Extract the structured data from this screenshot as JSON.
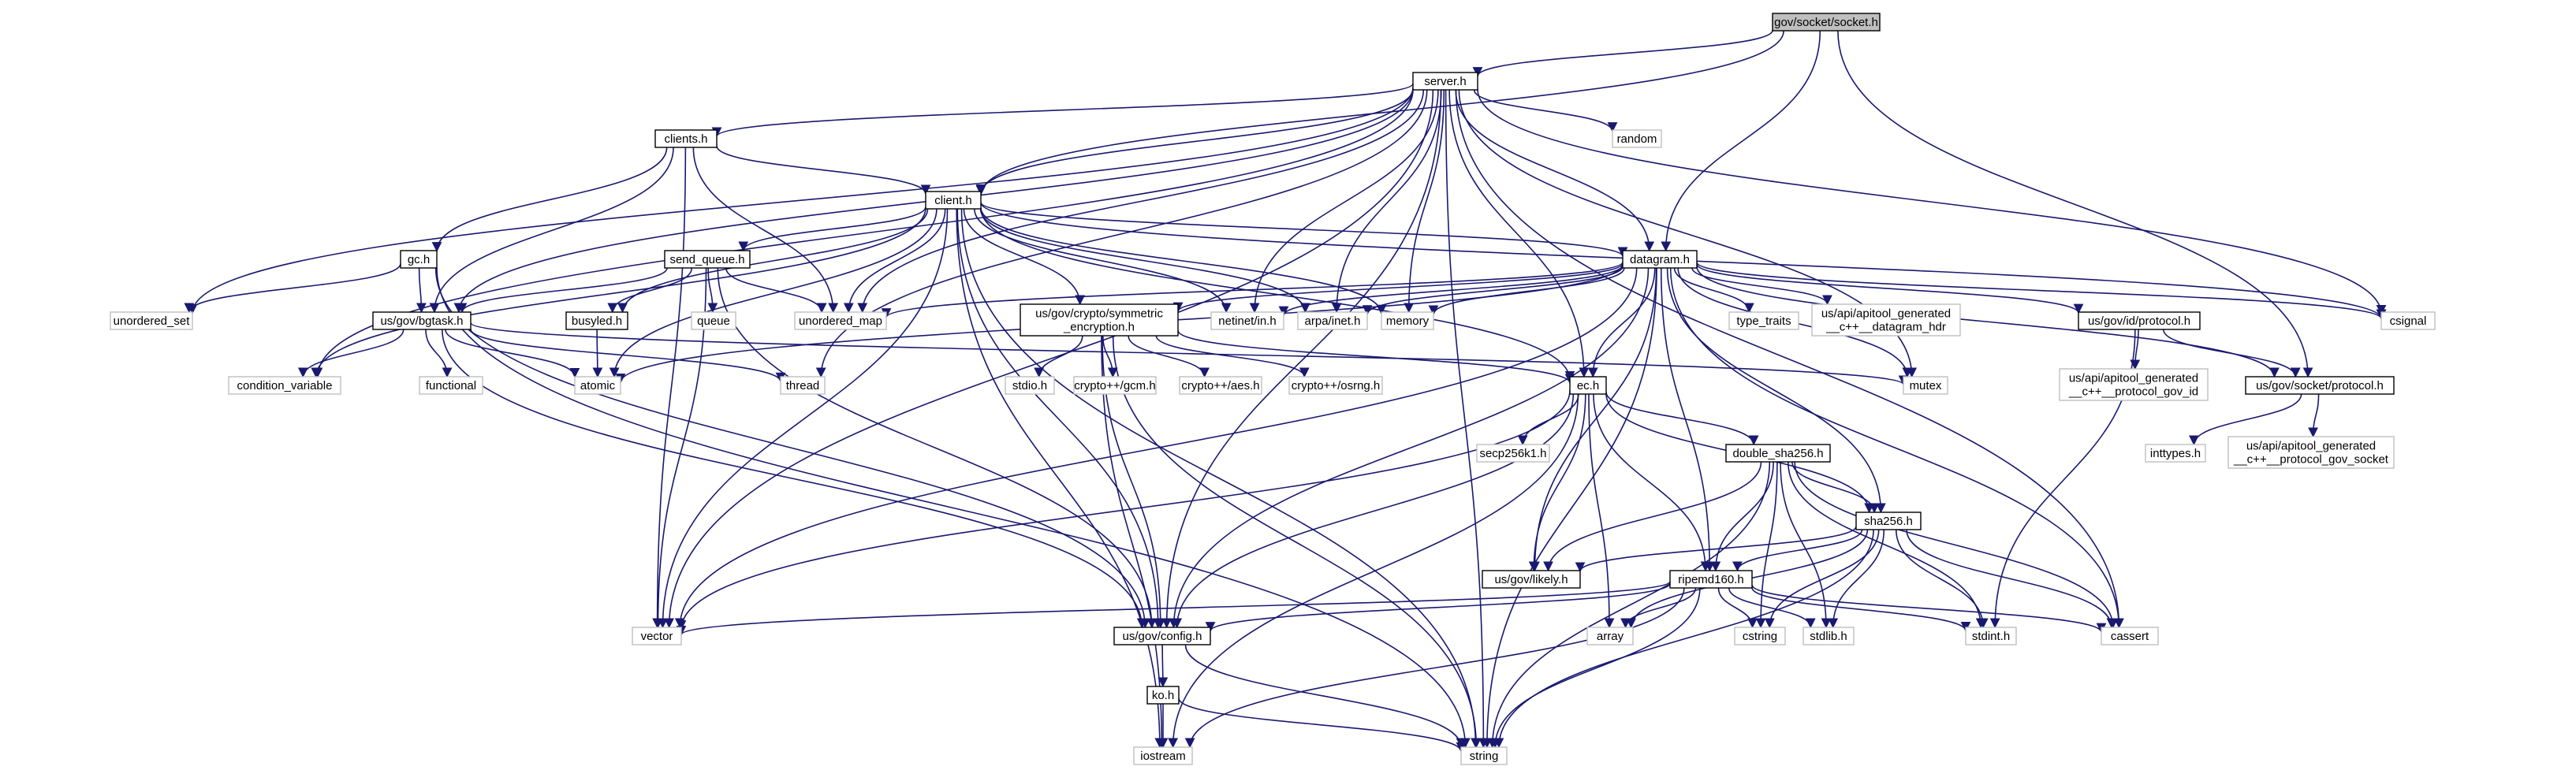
{
  "diagram": {
    "title": "",
    "edge_color": "#191970",
    "internal_border_color": "#000000",
    "external_border_color": "#bfbfbf",
    "root_fill_color": "#bfbfbf",
    "nodes": [
      {
        "id": "root",
        "lines": [
          "gov/socket/socket.h"
        ],
        "kind": "root"
      },
      {
        "id": "server",
        "lines": [
          "server.h"
        ],
        "kind": "internal"
      },
      {
        "id": "clients",
        "lines": [
          "clients.h"
        ],
        "kind": "internal"
      },
      {
        "id": "client",
        "lines": [
          "client.h"
        ],
        "kind": "internal"
      },
      {
        "id": "datagram",
        "lines": [
          "datagram.h"
        ],
        "kind": "internal"
      },
      {
        "id": "gc",
        "lines": [
          "gc.h"
        ],
        "kind": "internal"
      },
      {
        "id": "send_queue",
        "lines": [
          "send_queue.h"
        ],
        "kind": "internal"
      },
      {
        "id": "bgtask",
        "lines": [
          "us/gov/bgtask.h"
        ],
        "kind": "internal"
      },
      {
        "id": "busyled",
        "lines": [
          "busyled.h"
        ],
        "kind": "internal"
      },
      {
        "id": "symenc",
        "lines": [
          "us/gov/crypto/symmetric",
          "_encryption.h"
        ],
        "kind": "internal"
      },
      {
        "id": "idproto",
        "lines": [
          "us/gov/id/protocol.h"
        ],
        "kind": "internal"
      },
      {
        "id": "sockproto",
        "lines": [
          "us/gov/socket/protocol.h"
        ],
        "kind": "internal"
      },
      {
        "id": "ec",
        "lines": [
          "ec.h"
        ],
        "kind": "internal"
      },
      {
        "id": "dsha",
        "lines": [
          "double_sha256.h"
        ],
        "kind": "internal"
      },
      {
        "id": "sha256",
        "lines": [
          "sha256.h"
        ],
        "kind": "internal"
      },
      {
        "id": "likely",
        "lines": [
          "us/gov/likely.h"
        ],
        "kind": "internal"
      },
      {
        "id": "ripemd",
        "lines": [
          "ripemd160.h"
        ],
        "kind": "internal"
      },
      {
        "id": "config",
        "lines": [
          "us/gov/config.h"
        ],
        "kind": "internal"
      },
      {
        "id": "ko",
        "lines": [
          "ko.h"
        ],
        "kind": "internal"
      },
      {
        "id": "random",
        "lines": [
          "random"
        ],
        "kind": "external"
      },
      {
        "id": "unordered_set",
        "lines": [
          "unordered_set"
        ],
        "kind": "external"
      },
      {
        "id": "unordered_map",
        "lines": [
          "unordered_map"
        ],
        "kind": "external"
      },
      {
        "id": "queue",
        "lines": [
          "queue"
        ],
        "kind": "external"
      },
      {
        "id": "netinet",
        "lines": [
          "netinet/in.h"
        ],
        "kind": "external"
      },
      {
        "id": "arpa",
        "lines": [
          "arpa/inet.h"
        ],
        "kind": "external"
      },
      {
        "id": "memory",
        "lines": [
          "memory"
        ],
        "kind": "external"
      },
      {
        "id": "type_traits",
        "lines": [
          "type_traits"
        ],
        "kind": "external"
      },
      {
        "id": "dgram_hdr",
        "lines": [
          "us/api/apitool_generated",
          "__c++__datagram_hdr"
        ],
        "kind": "external"
      },
      {
        "id": "csignal",
        "lines": [
          "csignal"
        ],
        "kind": "external"
      },
      {
        "id": "condvar",
        "lines": [
          "condition_variable"
        ],
        "kind": "external"
      },
      {
        "id": "functional",
        "lines": [
          "functional"
        ],
        "kind": "external"
      },
      {
        "id": "atomic",
        "lines": [
          "atomic"
        ],
        "kind": "external"
      },
      {
        "id": "thread",
        "lines": [
          "thread"
        ],
        "kind": "external"
      },
      {
        "id": "stdio",
        "lines": [
          "stdio.h"
        ],
        "kind": "external"
      },
      {
        "id": "gcm",
        "lines": [
          "crypto++/gcm.h"
        ],
        "kind": "external"
      },
      {
        "id": "aes",
        "lines": [
          "crypto++/aes.h"
        ],
        "kind": "external"
      },
      {
        "id": "osrng",
        "lines": [
          "crypto++/osrng.h"
        ],
        "kind": "external"
      },
      {
        "id": "mutex",
        "lines": [
          "mutex"
        ],
        "kind": "external"
      },
      {
        "id": "proto_id",
        "lines": [
          "us/api/apitool_generated",
          "__c++__protocol_gov_id"
        ],
        "kind": "external"
      },
      {
        "id": "inttypes",
        "lines": [
          "inttypes.h"
        ],
        "kind": "external"
      },
      {
        "id": "proto_sock",
        "lines": [
          "us/api/apitool_generated",
          "__c++__protocol_gov_socket"
        ],
        "kind": "external"
      },
      {
        "id": "secp",
        "lines": [
          "secp256k1.h"
        ],
        "kind": "external"
      },
      {
        "id": "vector",
        "lines": [
          "vector"
        ],
        "kind": "external"
      },
      {
        "id": "array",
        "lines": [
          "array"
        ],
        "kind": "external"
      },
      {
        "id": "cstring",
        "lines": [
          "cstring"
        ],
        "kind": "external"
      },
      {
        "id": "stdlib",
        "lines": [
          "stdlib.h"
        ],
        "kind": "external"
      },
      {
        "id": "stdint",
        "lines": [
          "stdint.h"
        ],
        "kind": "external"
      },
      {
        "id": "cassert",
        "lines": [
          "cassert"
        ],
        "kind": "external"
      },
      {
        "id": "iostream",
        "lines": [
          "iostream"
        ],
        "kind": "external"
      },
      {
        "id": "string",
        "lines": [
          "string"
        ],
        "kind": "external"
      }
    ],
    "edges": [
      [
        "root",
        "server"
      ],
      [
        "root",
        "client"
      ],
      [
        "root",
        "datagram"
      ],
      [
        "root",
        "sockproto"
      ],
      [
        "server",
        "clients"
      ],
      [
        "server",
        "client"
      ],
      [
        "server",
        "datagram"
      ],
      [
        "server",
        "ec"
      ],
      [
        "server",
        "random"
      ],
      [
        "server",
        "unordered_set"
      ],
      [
        "server",
        "unordered_map"
      ],
      [
        "server",
        "netinet"
      ],
      [
        "server",
        "arpa"
      ],
      [
        "server",
        "memory"
      ],
      [
        "server",
        "csignal"
      ],
      [
        "server",
        "thread"
      ],
      [
        "server",
        "mutex"
      ],
      [
        "server",
        "bgtask"
      ],
      [
        "server",
        "condvar"
      ],
      [
        "server",
        "config"
      ],
      [
        "server",
        "cassert"
      ],
      [
        "server",
        "string"
      ],
      [
        "server",
        "vector"
      ],
      [
        "clients",
        "client"
      ],
      [
        "clients",
        "gc"
      ],
      [
        "clients",
        "bgtask"
      ],
      [
        "clients",
        "unordered_map"
      ],
      [
        "clients",
        "vector"
      ],
      [
        "client",
        "datagram"
      ],
      [
        "client",
        "send_queue"
      ],
      [
        "client",
        "busyled"
      ],
      [
        "client",
        "symenc"
      ],
      [
        "client",
        "ec"
      ],
      [
        "client",
        "netinet"
      ],
      [
        "client",
        "arpa"
      ],
      [
        "client",
        "memory"
      ],
      [
        "client",
        "unordered_map"
      ],
      [
        "client",
        "atomic"
      ],
      [
        "client",
        "condvar"
      ],
      [
        "client",
        "vector"
      ],
      [
        "client",
        "iostream"
      ],
      [
        "client",
        "config"
      ],
      [
        "client",
        "csignal"
      ],
      [
        "client",
        "string"
      ],
      [
        "gc",
        "bgtask"
      ],
      [
        "gc",
        "unordered_set"
      ],
      [
        "gc",
        "config"
      ],
      [
        "gc",
        "string"
      ],
      [
        "send_queue",
        "bgtask"
      ],
      [
        "send_queue",
        "busyled"
      ],
      [
        "send_queue",
        "queue"
      ],
      [
        "send_queue",
        "unordered_map"
      ],
      [
        "send_queue",
        "vector"
      ],
      [
        "send_queue",
        "config"
      ],
      [
        "bgtask",
        "condvar"
      ],
      [
        "bgtask",
        "functional"
      ],
      [
        "bgtask",
        "atomic"
      ],
      [
        "bgtask",
        "thread"
      ],
      [
        "bgtask",
        "mutex"
      ],
      [
        "bgtask",
        "config"
      ],
      [
        "busyled",
        "atomic"
      ],
      [
        "datagram",
        "symenc"
      ],
      [
        "datagram",
        "idproto"
      ],
      [
        "datagram",
        "sockproto"
      ],
      [
        "datagram",
        "ec"
      ],
      [
        "datagram",
        "sha256"
      ],
      [
        "datagram",
        "ripemd"
      ],
      [
        "datagram",
        "likely"
      ],
      [
        "datagram",
        "config"
      ],
      [
        "datagram",
        "type_traits"
      ],
      [
        "datagram",
        "dgram_hdr"
      ],
      [
        "datagram",
        "unordered_map"
      ],
      [
        "datagram",
        "netinet"
      ],
      [
        "datagram",
        "arpa"
      ],
      [
        "datagram",
        "memory"
      ],
      [
        "datagram",
        "atomic"
      ],
      [
        "datagram",
        "mutex"
      ],
      [
        "datagram",
        "vector"
      ],
      [
        "datagram",
        "csignal"
      ],
      [
        "datagram",
        "cassert"
      ],
      [
        "datagram",
        "string"
      ],
      [
        "symenc",
        "ec"
      ],
      [
        "symenc",
        "stdio"
      ],
      [
        "symenc",
        "gcm"
      ],
      [
        "symenc",
        "aes"
      ],
      [
        "symenc",
        "osrng"
      ],
      [
        "symenc",
        "config"
      ],
      [
        "symenc",
        "iostream"
      ],
      [
        "symenc",
        "string"
      ],
      [
        "idproto",
        "sockproto"
      ],
      [
        "idproto",
        "proto_id"
      ],
      [
        "idproto",
        "stdint"
      ],
      [
        "sockproto",
        "inttypes"
      ],
      [
        "sockproto",
        "proto_sock"
      ],
      [
        "ec",
        "dsha"
      ],
      [
        "ec",
        "sha256"
      ],
      [
        "ec",
        "ripemd"
      ],
      [
        "ec",
        "likely"
      ],
      [
        "ec",
        "secp"
      ],
      [
        "ec",
        "config"
      ],
      [
        "ec",
        "vector"
      ],
      [
        "ec",
        "array"
      ],
      [
        "ec",
        "iostream"
      ],
      [
        "dsha",
        "sha256"
      ],
      [
        "dsha",
        "ripemd"
      ],
      [
        "dsha",
        "likely"
      ],
      [
        "dsha",
        "cstring"
      ],
      [
        "dsha",
        "stdlib"
      ],
      [
        "dsha",
        "stdint"
      ],
      [
        "dsha",
        "cassert"
      ],
      [
        "dsha",
        "string"
      ],
      [
        "sha256",
        "likely"
      ],
      [
        "sha256",
        "ripemd"
      ],
      [
        "sha256",
        "array"
      ],
      [
        "sha256",
        "cstring"
      ],
      [
        "sha256",
        "stdlib"
      ],
      [
        "sha256",
        "stdint"
      ],
      [
        "sha256",
        "cassert"
      ],
      [
        "sha256",
        "string"
      ],
      [
        "ripemd",
        "config"
      ],
      [
        "ripemd",
        "vector"
      ],
      [
        "ripemd",
        "array"
      ],
      [
        "ripemd",
        "cstring"
      ],
      [
        "ripemd",
        "stdlib"
      ],
      [
        "ripemd",
        "stdint"
      ],
      [
        "ripemd",
        "cassert"
      ],
      [
        "ripemd",
        "iostream"
      ],
      [
        "ripemd",
        "string"
      ],
      [
        "config",
        "ko"
      ],
      [
        "config",
        "string"
      ],
      [
        "ko",
        "iostream"
      ],
      [
        "ko",
        "string"
      ]
    ]
  }
}
